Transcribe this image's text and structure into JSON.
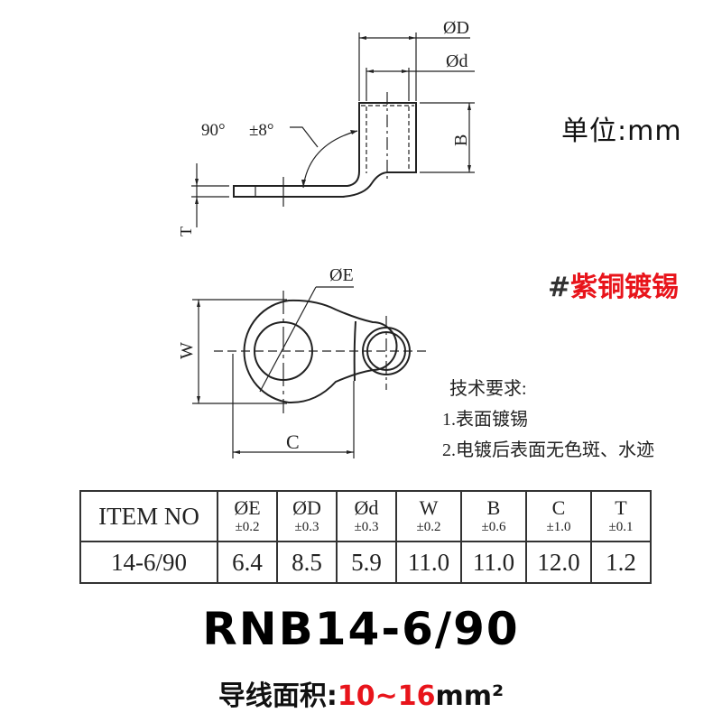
{
  "diagram": {
    "side_view": {
      "labels": {
        "outer_dia": "ØD",
        "inner_dia": "Ød",
        "barrel_length": "B",
        "thickness": "T",
        "angle": "90°",
        "angle_tol": "±8°"
      }
    },
    "top_view": {
      "labels": {
        "hole_dia": "ØE",
        "width": "W",
        "center_length": "C"
      }
    }
  },
  "unit_note": "单位:mm",
  "material": {
    "hash": "#",
    "name": "紫铜镀锡",
    "color": "#e8141b"
  },
  "tech_requirements": {
    "title": "技术要求:",
    "items": [
      "1.表面镀锡",
      "2.电镀后表面无色斑、水迹"
    ]
  },
  "spec_table": {
    "headers": [
      {
        "name": "ITEM NO",
        "tol": ""
      },
      {
        "name": "ØE",
        "tol": "±0.2"
      },
      {
        "name": "ØD",
        "tol": "±0.3"
      },
      {
        "name": "Ød",
        "tol": "±0.3"
      },
      {
        "name": "W",
        "tol": "±0.2"
      },
      {
        "name": "B",
        "tol": "±0.6"
      },
      {
        "name": "C",
        "tol": "±1.0"
      },
      {
        "name": "T",
        "tol": "±0.1"
      }
    ],
    "rows": [
      [
        "14-6/90",
        "6.4",
        "8.5",
        "5.9",
        "11.0",
        "11.0",
        "12.0",
        "1.2"
      ]
    ]
  },
  "model": "RNB14-6/90",
  "wire_area": {
    "label": "导线面积:",
    "range": "10~16",
    "unit": "mm²",
    "range_color": "#e8141b"
  }
}
